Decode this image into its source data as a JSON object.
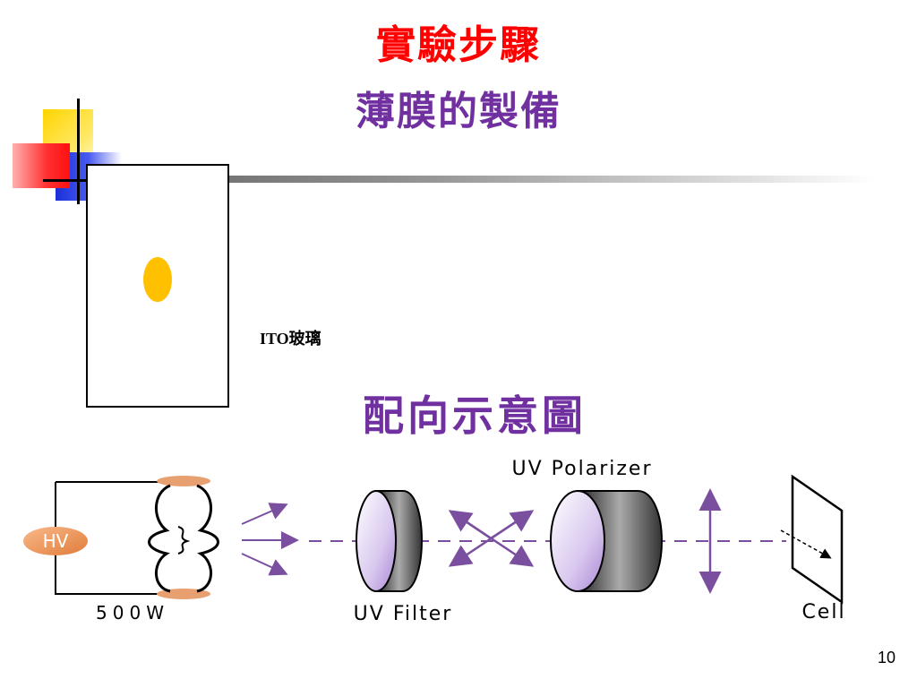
{
  "slide": {
    "title_line1": "實驗步驟",
    "title_line2": "薄膜的製備",
    "ito_label": "ITO玻璃",
    "diagram_title": "配向示意圖",
    "page_number": "10"
  },
  "diagram": {
    "hv_label": "HV",
    "power_label": "500W",
    "uv_polarizer_label": "UV Polarizer",
    "uv_filter_label": "UV Filter",
    "cell_label": "Cell"
  },
  "colors": {
    "title_red": "#ff0000",
    "title_purple": "#7030a0",
    "arrow_purple": "#7b4fa0",
    "dot_yellow": "#ffc000"
  }
}
